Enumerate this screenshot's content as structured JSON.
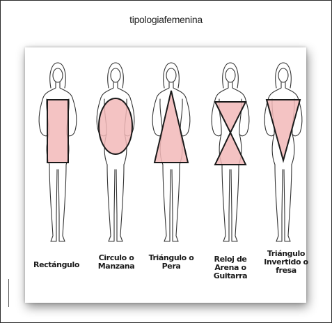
{
  "title": "tipologiafemenina",
  "colors": {
    "shape_fill": "#f2b8b8",
    "shape_stroke": "#1a1a1a",
    "figure_stroke": "#333333"
  },
  "figures": [
    {
      "shape": "rectangle",
      "label": "Rectángulo"
    },
    {
      "shape": "circle",
      "label": "Circulo o Manzana"
    },
    {
      "shape": "triangle",
      "label": "Triángulo o Pera"
    },
    {
      "shape": "hourglass",
      "label": "Reloj de Arena o Guitarra"
    },
    {
      "shape": "inverted-triangle",
      "label": "Triángulo Invertido o fresa"
    }
  ]
}
